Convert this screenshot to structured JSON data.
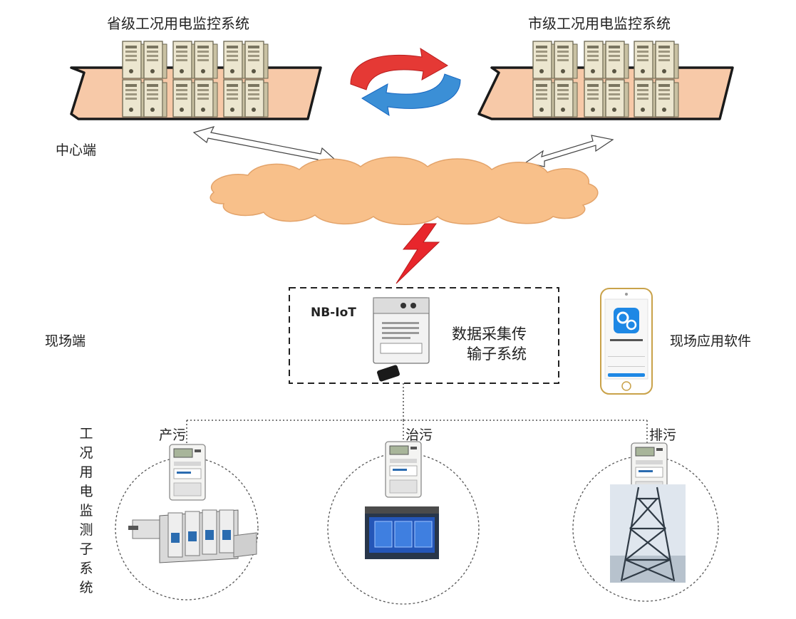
{
  "labels": {
    "provincial_system": "省级工况用电监控系统",
    "city_system": "市级工况用电监控系统",
    "center_side": "中心端",
    "field_side": "现场端",
    "nb_iot": "NB-IoT",
    "data_subsystem_line1": "数据采集传",
    "data_subsystem_line2": "输子系统",
    "field_app": "现场应用软件",
    "monitor_subsystem_vertical": "工况用电监测子系统",
    "produce_pollution": "产污",
    "treat_pollution": "治污",
    "discharge_pollution": "排污"
  },
  "colors": {
    "platform_fill": "#f7c9a8",
    "cloud_fill": "#f8c08a",
    "lightning": "#e8262c",
    "sync_red": "#e53935",
    "sync_blue": "#3b8fd6",
    "server_beige": "#e9e2c8",
    "app_icon_blue": "#1e88e5"
  },
  "icons": {
    "servers": "server-rack-icon",
    "sync": "sync-arrows-icon",
    "lightning": "lightning-bolt-icon",
    "meter": "electric-meter-icon",
    "phone": "smartphone-icon",
    "gateway": "nb-iot-gateway-icon"
  }
}
